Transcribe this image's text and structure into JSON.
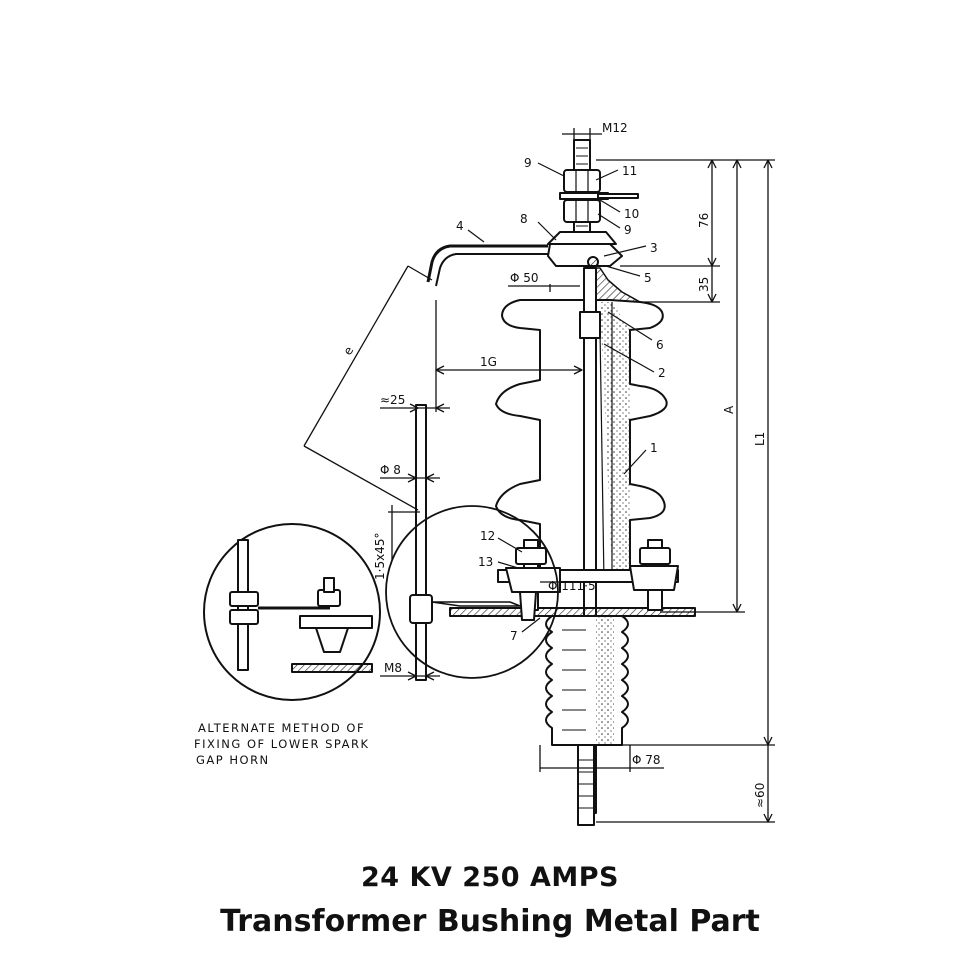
{
  "caption": {
    "line1": "24 KV 250 AMPS",
    "line2": "Transformer Bushing Metal Part"
  },
  "drawing": {
    "part_numbers": [
      "9",
      "11",
      "8",
      "10",
      "9",
      "4",
      "3",
      "5",
      "6",
      "2",
      "1",
      "12",
      "13",
      "7"
    ],
    "dimensions": {
      "thread_top": "M12",
      "dim_76": "76",
      "dim_35": "35",
      "dia_50": "Φ 50",
      "gap_1G": "1G",
      "approx_25": "≈25",
      "dia_8": "Φ 8",
      "chamfer": "1·5x45°",
      "dia_111": "Φ 111·5",
      "thread_m8": "M8",
      "dia_78": "Φ 78",
      "approx_60": "≈60",
      "dim_A": "A",
      "dim_L1": "L1",
      "dim_e": "e"
    },
    "note": {
      "line1": "ALTERNATE METHOD OF",
      "line2": "FIXING OF LOWER SPARK",
      "line3": "GAP HORN"
    }
  }
}
